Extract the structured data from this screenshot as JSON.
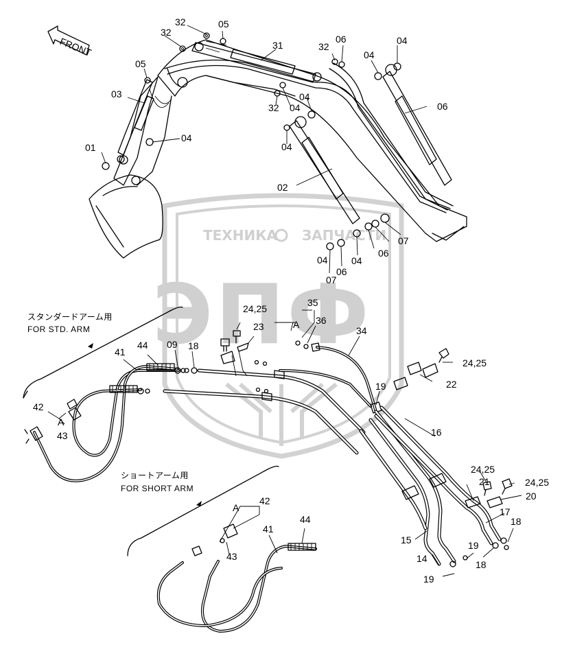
{
  "front_label": "FRONT",
  "watermark": {
    "line1_left": "ТЕХНИКА",
    "line1_right": "ЗАПЧАСТИ",
    "big": "ЭПФ"
  },
  "notes": {
    "std_jp": "スタンダードアーム用",
    "std_en": "FOR STD. ARM",
    "short_jp": "ショートアーム用",
    "short_en": "FOR SHORT ARM"
  },
  "callouts": [
    "32",
    "05",
    "32",
    "31",
    "06",
    "32",
    "04",
    "04",
    "05",
    "03",
    "04",
    "06",
    "32",
    "01",
    "04",
    "04",
    "04",
    "02",
    "04",
    "06",
    "07",
    "04",
    "07",
    "06",
    "35",
    "24,25",
    "A",
    "36",
    "23",
    "34",
    "09",
    "18",
    "44",
    "41",
    "19",
    "24,25",
    "22",
    "42",
    "A",
    "43",
    "16",
    "24,25",
    "21",
    "24,25",
    "20",
    "42",
    "A",
    "17",
    "18",
    "44",
    "41",
    "15",
    "19",
    "43",
    "14",
    "18",
    "19"
  ]
}
